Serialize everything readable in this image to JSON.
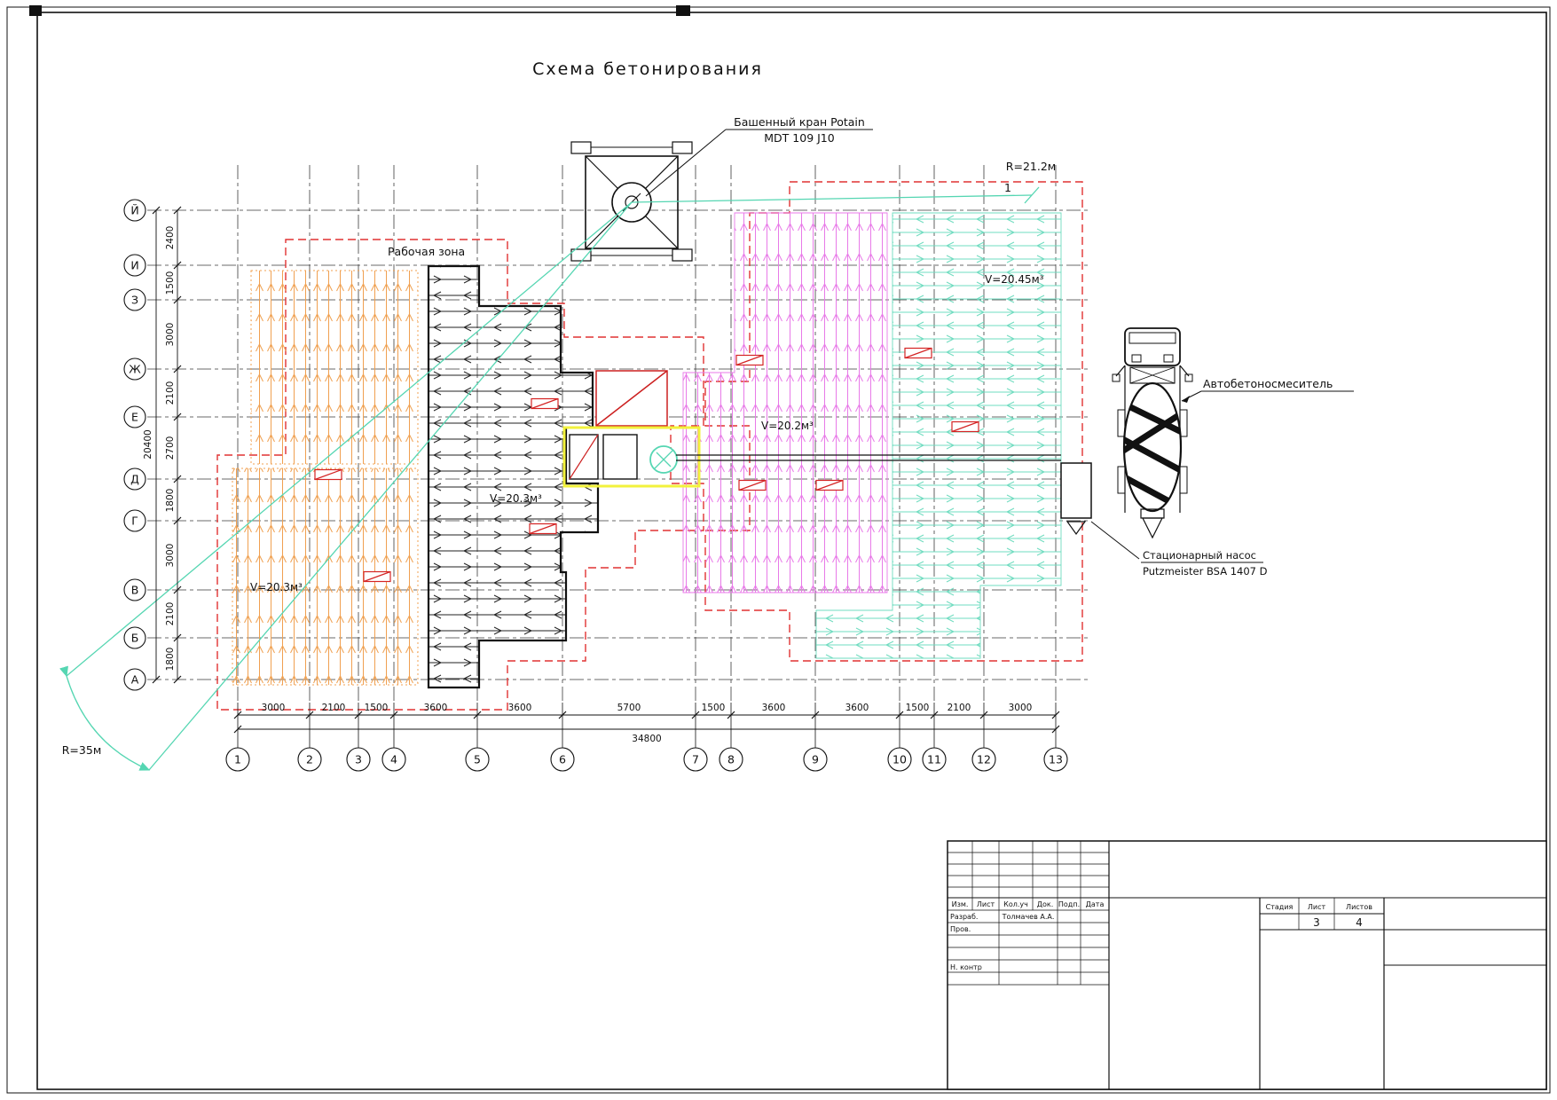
{
  "title": "Схема бетонирования",
  "axes": {
    "rows": [
      "Й",
      "И",
      "З",
      "Ж",
      "Е",
      "Д",
      "Г",
      "В",
      "Б",
      "А"
    ],
    "cols": [
      "1",
      "2",
      "3",
      "4",
      "5",
      "6",
      "7",
      "8",
      "9",
      "10",
      "11",
      "12",
      "13"
    ],
    "row_dims": [
      "2400",
      "1500",
      "3000",
      "2100",
      "2700",
      "1800",
      "3000",
      "2100",
      "1800"
    ],
    "row_total": "20400",
    "col_dims": [
      "3000",
      "2100",
      "1500",
      "3600",
      "3600",
      "5700",
      "1500",
      "3600",
      "3600",
      "1500",
      "2100",
      "3000"
    ],
    "col_total": "34800"
  },
  "annotations": {
    "work_zone": "Рабочая зона",
    "crane_label_1": "Башенный кран Potain",
    "crane_label_2": "MDT 109 J10",
    "radius_crane": "R=35м",
    "radius_right": "R=21.2м",
    "point_1": "1",
    "volume_orange": "V=20.3м³",
    "volume_black": "V=20.3м³",
    "volume_magenta": "V=20.2м³",
    "volume_green": "V=20.45м³",
    "mixer_label": "Автобетоносмеситель",
    "pump_label_1": "Стационарный насос",
    "pump_label_2": "Putzmeister BSA 1407 D"
  },
  "title_block": {
    "header": [
      "Изм.",
      "Лист",
      "Кол.уч",
      "Док.",
      "Подп.",
      "Дата"
    ],
    "row_developed_label": "Разраб.",
    "row_developed_name": "Толмачев А.А.",
    "row_checked_label": "Пров.",
    "row_ncontrol_label": "Н. контр",
    "stage_label": "Стадия",
    "sheet_label": "Лист",
    "sheets_label": "Листов",
    "sheet_value": "3",
    "sheets_value": "4"
  },
  "colors": {
    "red_zone": "#e03232",
    "orange": "#f0a050",
    "magenta": "#e87ae8",
    "green": "#6fdcc0",
    "yellow": "#f2f23c"
  }
}
